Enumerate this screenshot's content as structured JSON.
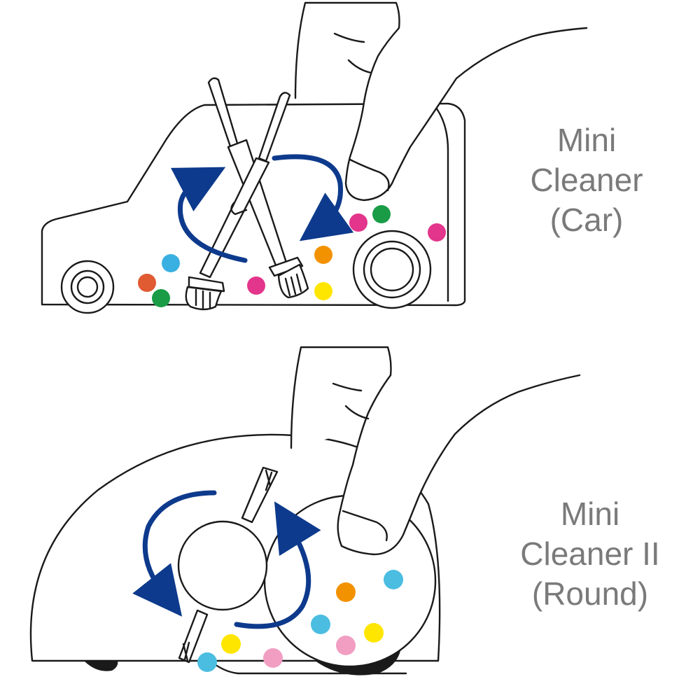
{
  "labels": {
    "car": {
      "line1": "Mini",
      "line2": "Cleaner",
      "line3": "(Car)"
    },
    "round": {
      "line1": "Mini",
      "line2": "Cleaner II",
      "line3": "(Round)"
    }
  },
  "colors": {
    "arrow": "#0d3a8c",
    "outline": "#1a1a1a",
    "label_text": "#7a7a7a",
    "dots": {
      "pink": "#e3358b",
      "green": "#1a9c47",
      "blue": "#3ab0e2",
      "orange": "#f39200",
      "red": "#e05a32",
      "yellow": "#ffe600",
      "light_pink": "#f19ec2",
      "cyan": "#4bbde0"
    }
  },
  "icons": [
    "hand-icon",
    "rotation-arrow-icon",
    "brush-icon",
    "wheel-icon"
  ]
}
